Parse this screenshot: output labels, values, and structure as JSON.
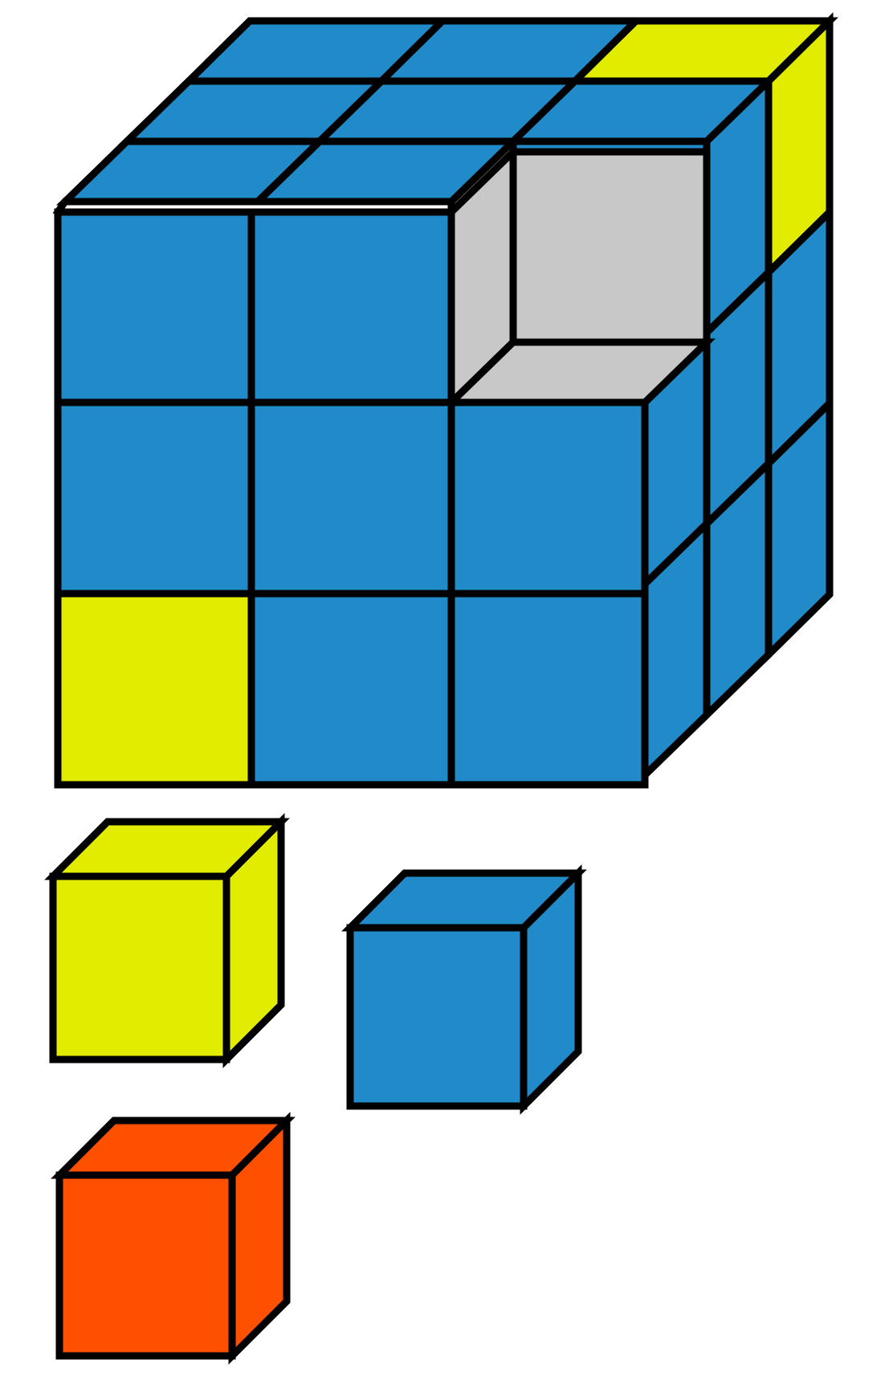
{
  "colors": {
    "blue": "#218ac9",
    "yellow": "#e2ec00",
    "orange": "#ff5000",
    "gray": "#c8c8c8",
    "outline": "#000000",
    "background": "#ffffff"
  },
  "large_cube": {
    "description_grid": "3x3x3",
    "missing_cube_count": 1,
    "front_face": [
      [
        "blue",
        "blue",
        "missing"
      ],
      [
        "blue",
        "blue",
        "blue"
      ],
      [
        "yellow",
        "blue",
        "blue"
      ]
    ],
    "top_face_yellow_cells": 1,
    "right_face_yellow_cells": 1
  },
  "loose_cubes": [
    {
      "color": "yellow"
    },
    {
      "color": "blue"
    },
    {
      "color": "orange"
    }
  ]
}
